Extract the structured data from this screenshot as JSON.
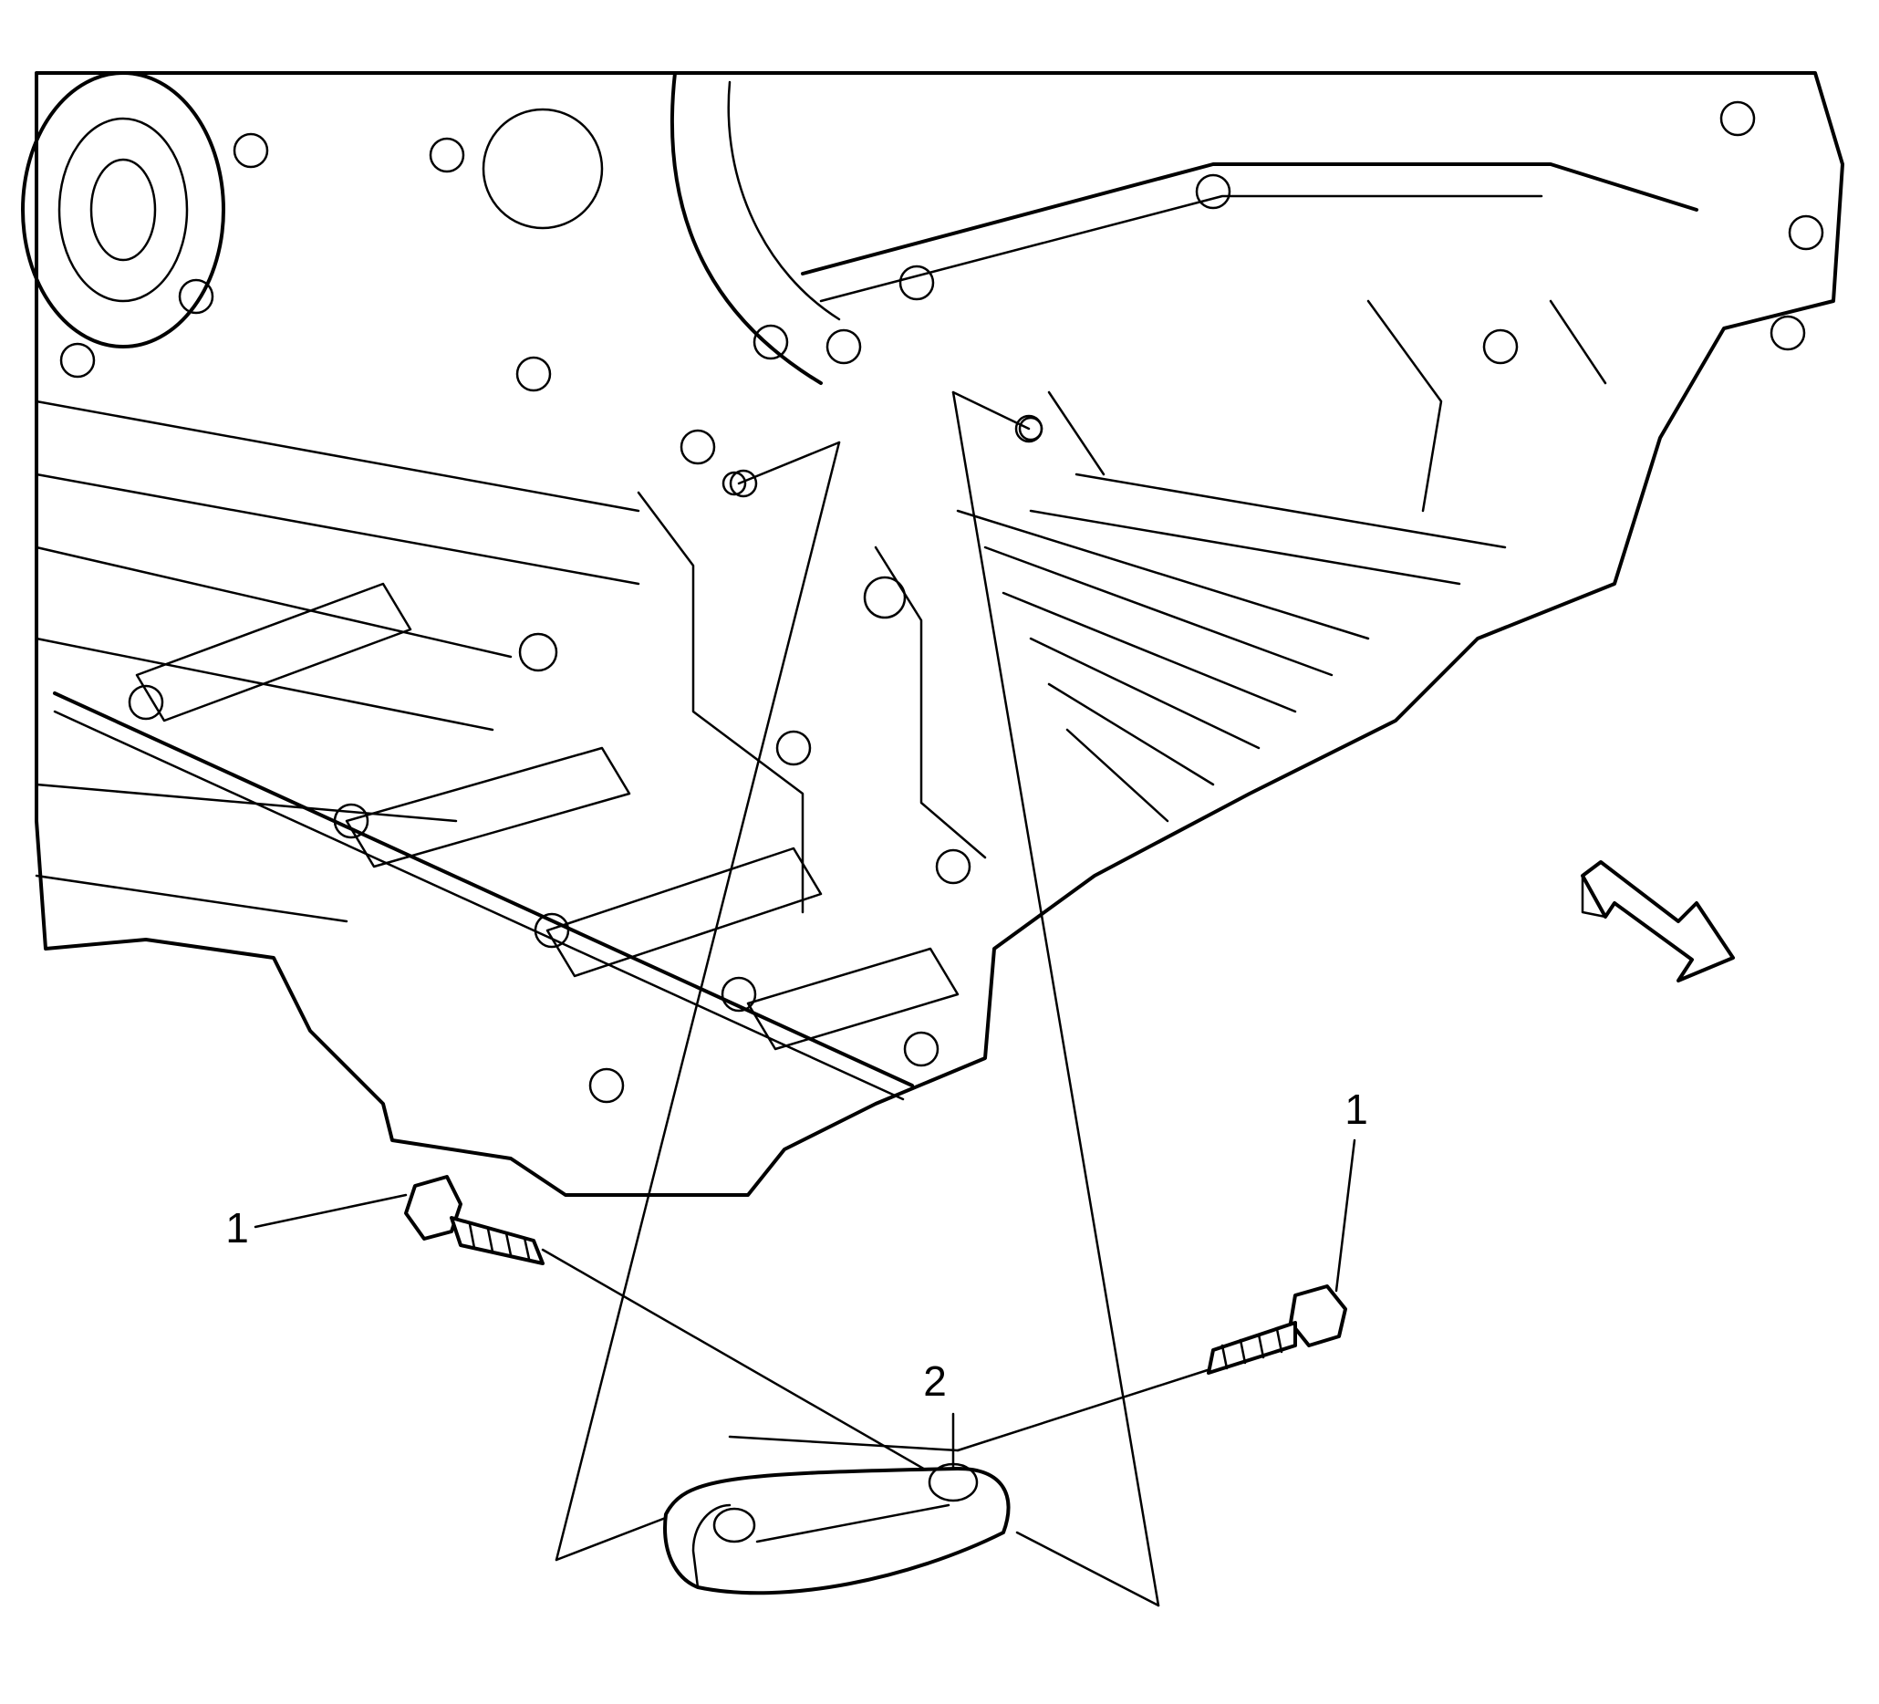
{
  "callouts": {
    "bolt_left": "1",
    "bolt_right": "1",
    "bracket": "2"
  },
  "colors": {
    "line": "#000000",
    "background": "#ffffff"
  }
}
